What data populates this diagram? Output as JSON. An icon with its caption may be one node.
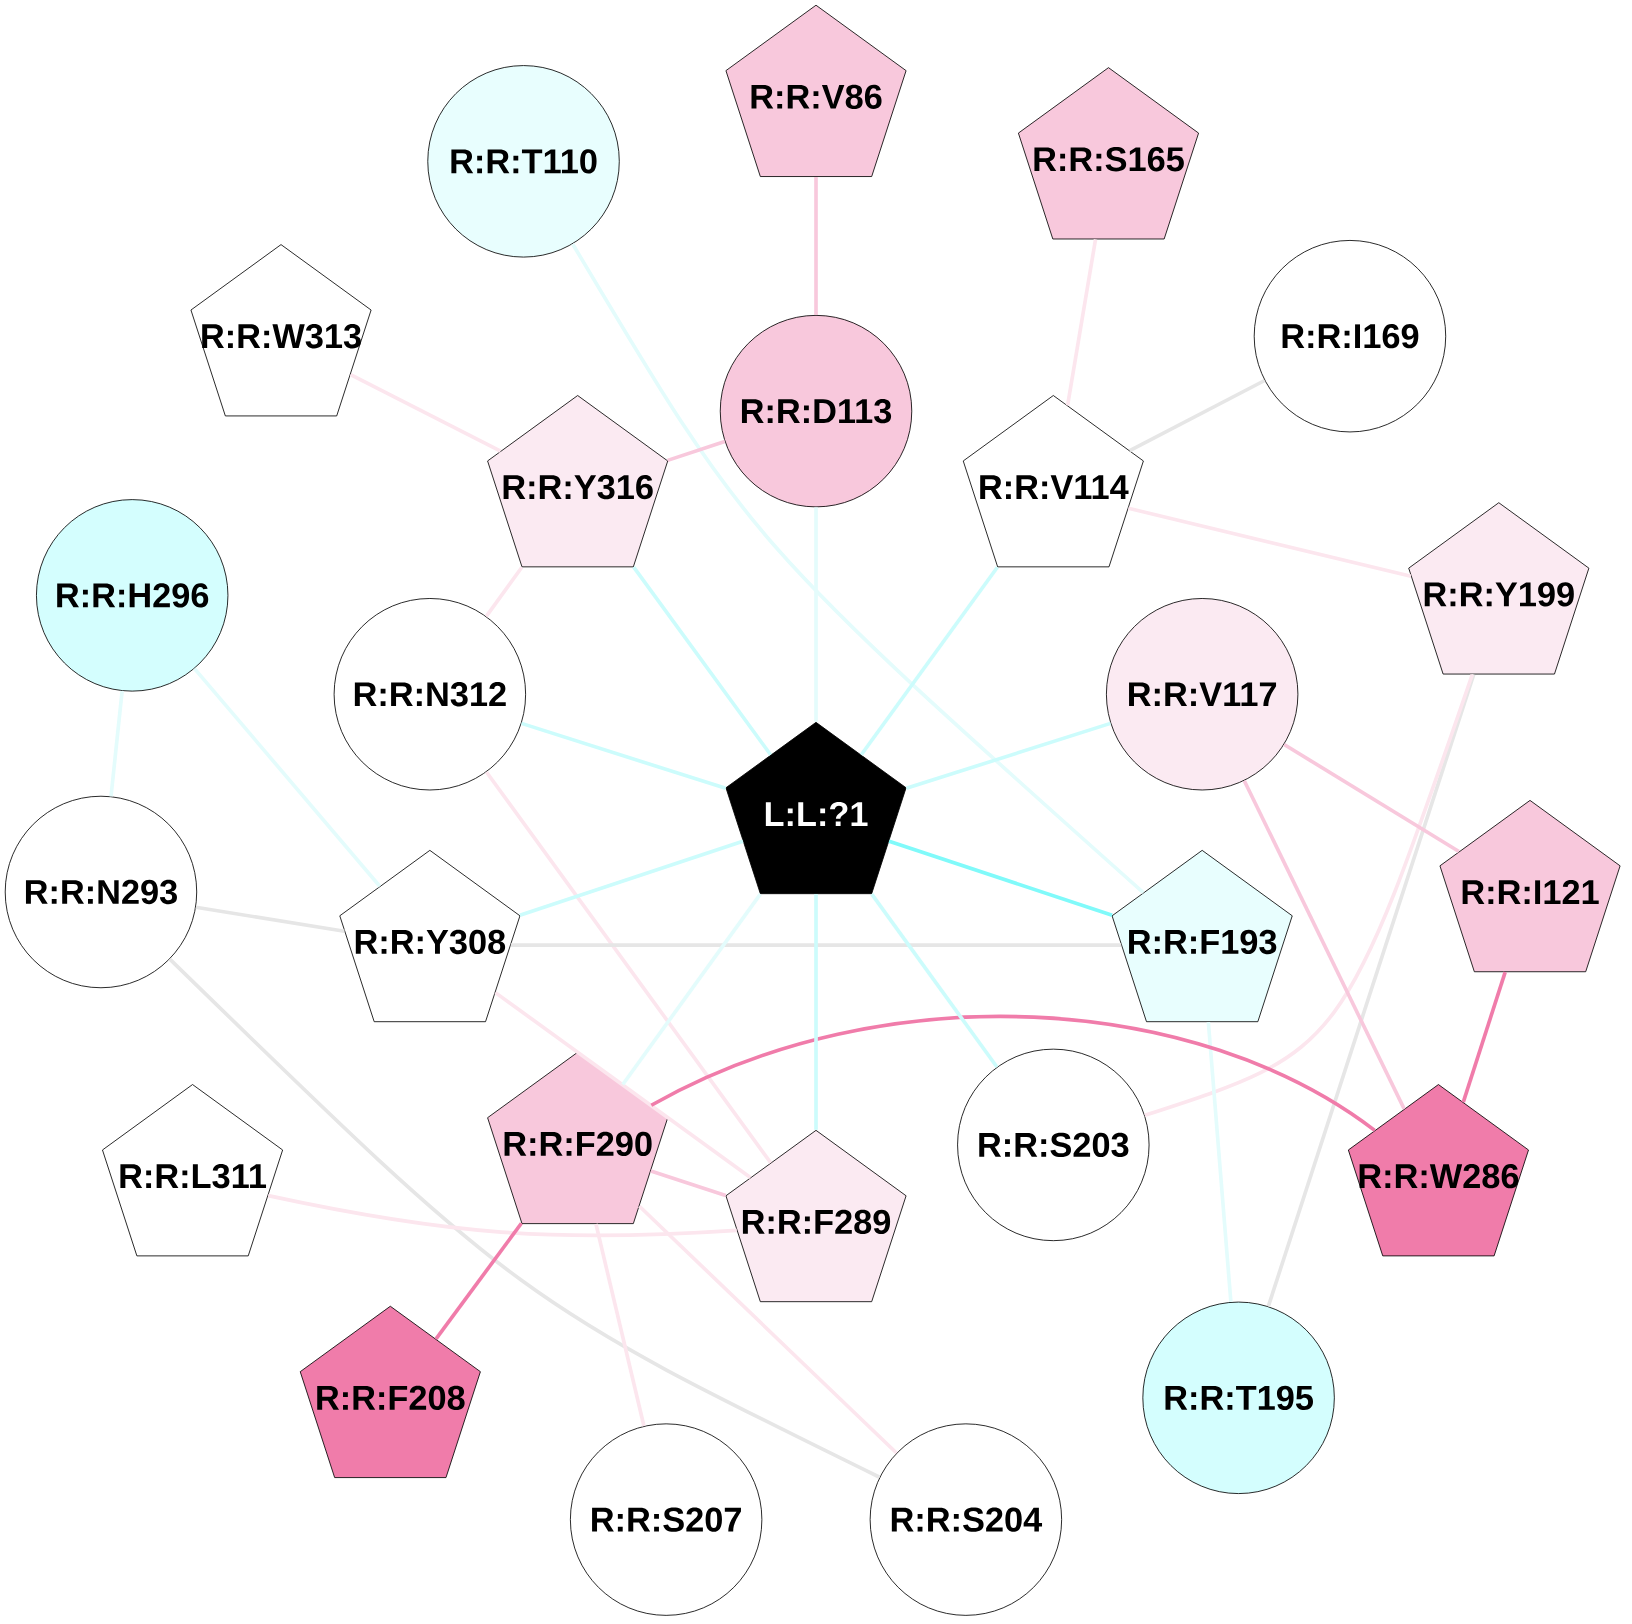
{
  "diagram": {
    "nodes": [
      {
        "text": [
          "L:L:?1"
        ]
      },
      {
        "text": [
          "R:R:V86"
        ]
      },
      {
        "text": [
          "R:R:T110"
        ]
      },
      {
        "text": [
          "R:R:S165"
        ]
      },
      {
        "text": [
          "R:R:W313"
        ]
      },
      {
        "text": [
          "R:R:I169"
        ]
      },
      {
        "text": [
          "R:R:D113"
        ]
      },
      {
        "text": [
          "R:R:Y316"
        ]
      },
      {
        "text": [
          "R:R:V114"
        ]
      },
      {
        "text": [
          "R:R:H296"
        ]
      },
      {
        "text": [
          "R:R:Y199"
        ]
      },
      {
        "text": [
          "R:R:N312"
        ]
      },
      {
        "text": [
          "R:R:V117"
        ]
      },
      {
        "text": [
          "R:R:N293"
        ]
      },
      {
        "text": [
          "R:R:Y308"
        ]
      },
      {
        "text": [
          "R:R:F193"
        ]
      },
      {
        "text": [
          "R:R:I121"
        ]
      },
      {
        "text": [
          "R:R:L311"
        ]
      },
      {
        "text": [
          "R:R:F290"
        ]
      },
      {
        "text": [
          "R:R:S203"
        ]
      },
      {
        "text": [
          "R:R:W286"
        ]
      },
      {
        "text": [
          "R:R:F289"
        ]
      },
      {
        "text": [
          "R:R:F208"
        ]
      },
      {
        "text": [
          "R:R:T195"
        ]
      },
      {
        "text": [
          "R:R:S207"
        ]
      },
      {
        "text": [
          "R:R:S204"
        ]
      }
    ],
    "edges": [
      {
        "from": 1,
        "to": 6,
        "arrow": "none",
        "color": "#f8c8dc"
      },
      {
        "from": 2,
        "to": 15,
        "arrow": "none",
        "color": "#e4fcfc"
      },
      {
        "from": 3,
        "to": 8,
        "arrow": "none",
        "color": "#fce6ee"
      },
      {
        "from": 4,
        "to": 7,
        "arrow": "none",
        "color": "#fce6ee"
      },
      {
        "from": 5,
        "to": 8,
        "arrow": "none",
        "color": "#e6e6e6"
      },
      {
        "from": 6,
        "to": 7,
        "arrow": "none",
        "color": "#f8c8dc"
      },
      {
        "from": 6,
        "to": 0,
        "arrow": "none",
        "color": "#e4fcfc"
      },
      {
        "from": 7,
        "to": 0,
        "arrow": "none",
        "color": "#ccfcfc"
      },
      {
        "from": 7,
        "to": 11,
        "arrow": "none",
        "color": "#fce6ee"
      },
      {
        "from": 8,
        "to": 0,
        "arrow": "none",
        "color": "#ccfcfc"
      },
      {
        "from": 8,
        "to": 10,
        "arrow": "none",
        "color": "#fce6ee"
      },
      {
        "from": 9,
        "to": 13,
        "arrow": "none",
        "color": "#e4fcfc"
      },
      {
        "from": 9,
        "to": 14,
        "arrow": "none",
        "color": "#e4fcfc"
      },
      {
        "from": 10,
        "to": 23,
        "arrow": "none",
        "color": "#e6e6e6"
      },
      {
        "from": 10,
        "to": 19,
        "arrow": "none",
        "color": "#fce6ee"
      },
      {
        "from": 11,
        "to": 0,
        "arrow": "none",
        "color": "#ccfcfc"
      },
      {
        "from": 11,
        "to": 21,
        "arrow": "none",
        "color": "#fce6ee"
      },
      {
        "from": 12,
        "to": 0,
        "arrow": "none",
        "color": "#ccfcfc"
      },
      {
        "from": 12,
        "to": 16,
        "arrow": "none",
        "color": "#f8c8dc"
      },
      {
        "from": 12,
        "to": 20,
        "arrow": "none",
        "color": "#f8c8dc"
      },
      {
        "from": 13,
        "to": 14,
        "arrow": "none",
        "color": "#e6e6e6"
      },
      {
        "from": 13,
        "to": 25,
        "arrow": "none",
        "color": "#e6e6e6"
      },
      {
        "from": 14,
        "to": 0,
        "arrow": "none",
        "color": "#ccfcfc"
      },
      {
        "from": 14,
        "to": 15,
        "arrow": "none",
        "color": "#e6e6e6"
      },
      {
        "from": 14,
        "to": 21,
        "arrow": "none",
        "color": "#fce6ee"
      },
      {
        "from": 15,
        "to": 0,
        "arrow": "none",
        "color": "#80fafa"
      },
      {
        "from": 15,
        "to": 23,
        "arrow": "none",
        "color": "#e4fcfc"
      },
      {
        "from": 16,
        "to": 20,
        "arrow": "none",
        "color": "#f07caa"
      },
      {
        "from": 17,
        "to": 21,
        "arrow": "none",
        "color": "#fce6ee"
      },
      {
        "from": 18,
        "to": 0,
        "arrow": "none",
        "color": "#e4fcfc"
      },
      {
        "from": 18,
        "to": 20,
        "arrow": "none",
        "color": "#f07caa"
      },
      {
        "from": 18,
        "to": 21,
        "arrow": "none",
        "color": "#f8c8dc"
      },
      {
        "from": 18,
        "to": 22,
        "arrow": "none",
        "color": "#f07caa"
      },
      {
        "from": 18,
        "to": 24,
        "arrow": "none",
        "color": "#fce6ee"
      },
      {
        "from": 18,
        "to": 25,
        "arrow": "none",
        "color": "#fce6ee"
      },
      {
        "from": 19,
        "to": 0,
        "arrow": "none",
        "color": "#ccfcfc"
      },
      {
        "from": 21,
        "to": 0,
        "arrow": "none",
        "color": "#ccfcfc"
      }
    ]
  }
}
